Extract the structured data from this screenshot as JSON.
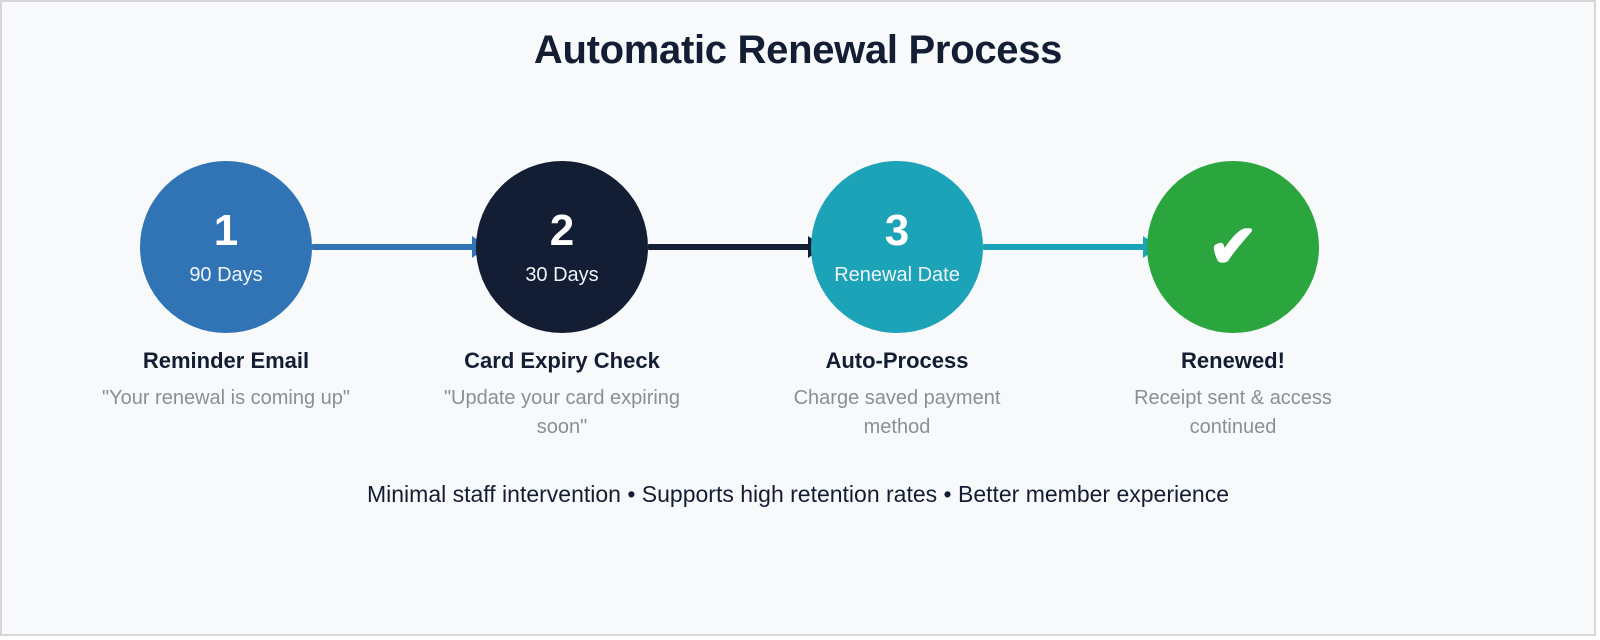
{
  "diagram": {
    "title": "Automatic Renewal Process",
    "background_color": "#f8f9fa",
    "border_color": "#d7d7d9",
    "title_color": "#131d33",
    "footer": "Minimal staff intervention • Supports high retention rates • Better member experience",
    "footer_color": "#131d33",
    "steps": [
      {
        "badge": "1",
        "timing": "90 Days",
        "title": "Reminder Email",
        "description": "\"Your renewal is coming up\"",
        "color": "#3174b5",
        "text_color": "#ffffff"
      },
      {
        "badge": "2",
        "timing": "30 Days",
        "title": "Card Expiry Check",
        "description": "\"Update your card expiring soon\"",
        "color": "#131d33",
        "text_color": "#ffffff"
      },
      {
        "badge": "3",
        "timing": "Renewal Date",
        "title": "Auto-Process",
        "description": "Charge saved payment method",
        "color": "#1ca3b8",
        "text_color": "#ffffff"
      },
      {
        "badge": "✔",
        "timing": "",
        "title": "Renewed!",
        "description": "Receipt sent & access continued",
        "color": "#2ba63f",
        "text_color": "#ffffff"
      }
    ],
    "connectors": [
      {
        "from": "1",
        "to": "2",
        "color": "#3174b5"
      },
      {
        "from": "2",
        "to": "3",
        "color": "#131d33"
      },
      {
        "from": "3",
        "to": "4",
        "color": "#1ca3b8"
      }
    ]
  }
}
